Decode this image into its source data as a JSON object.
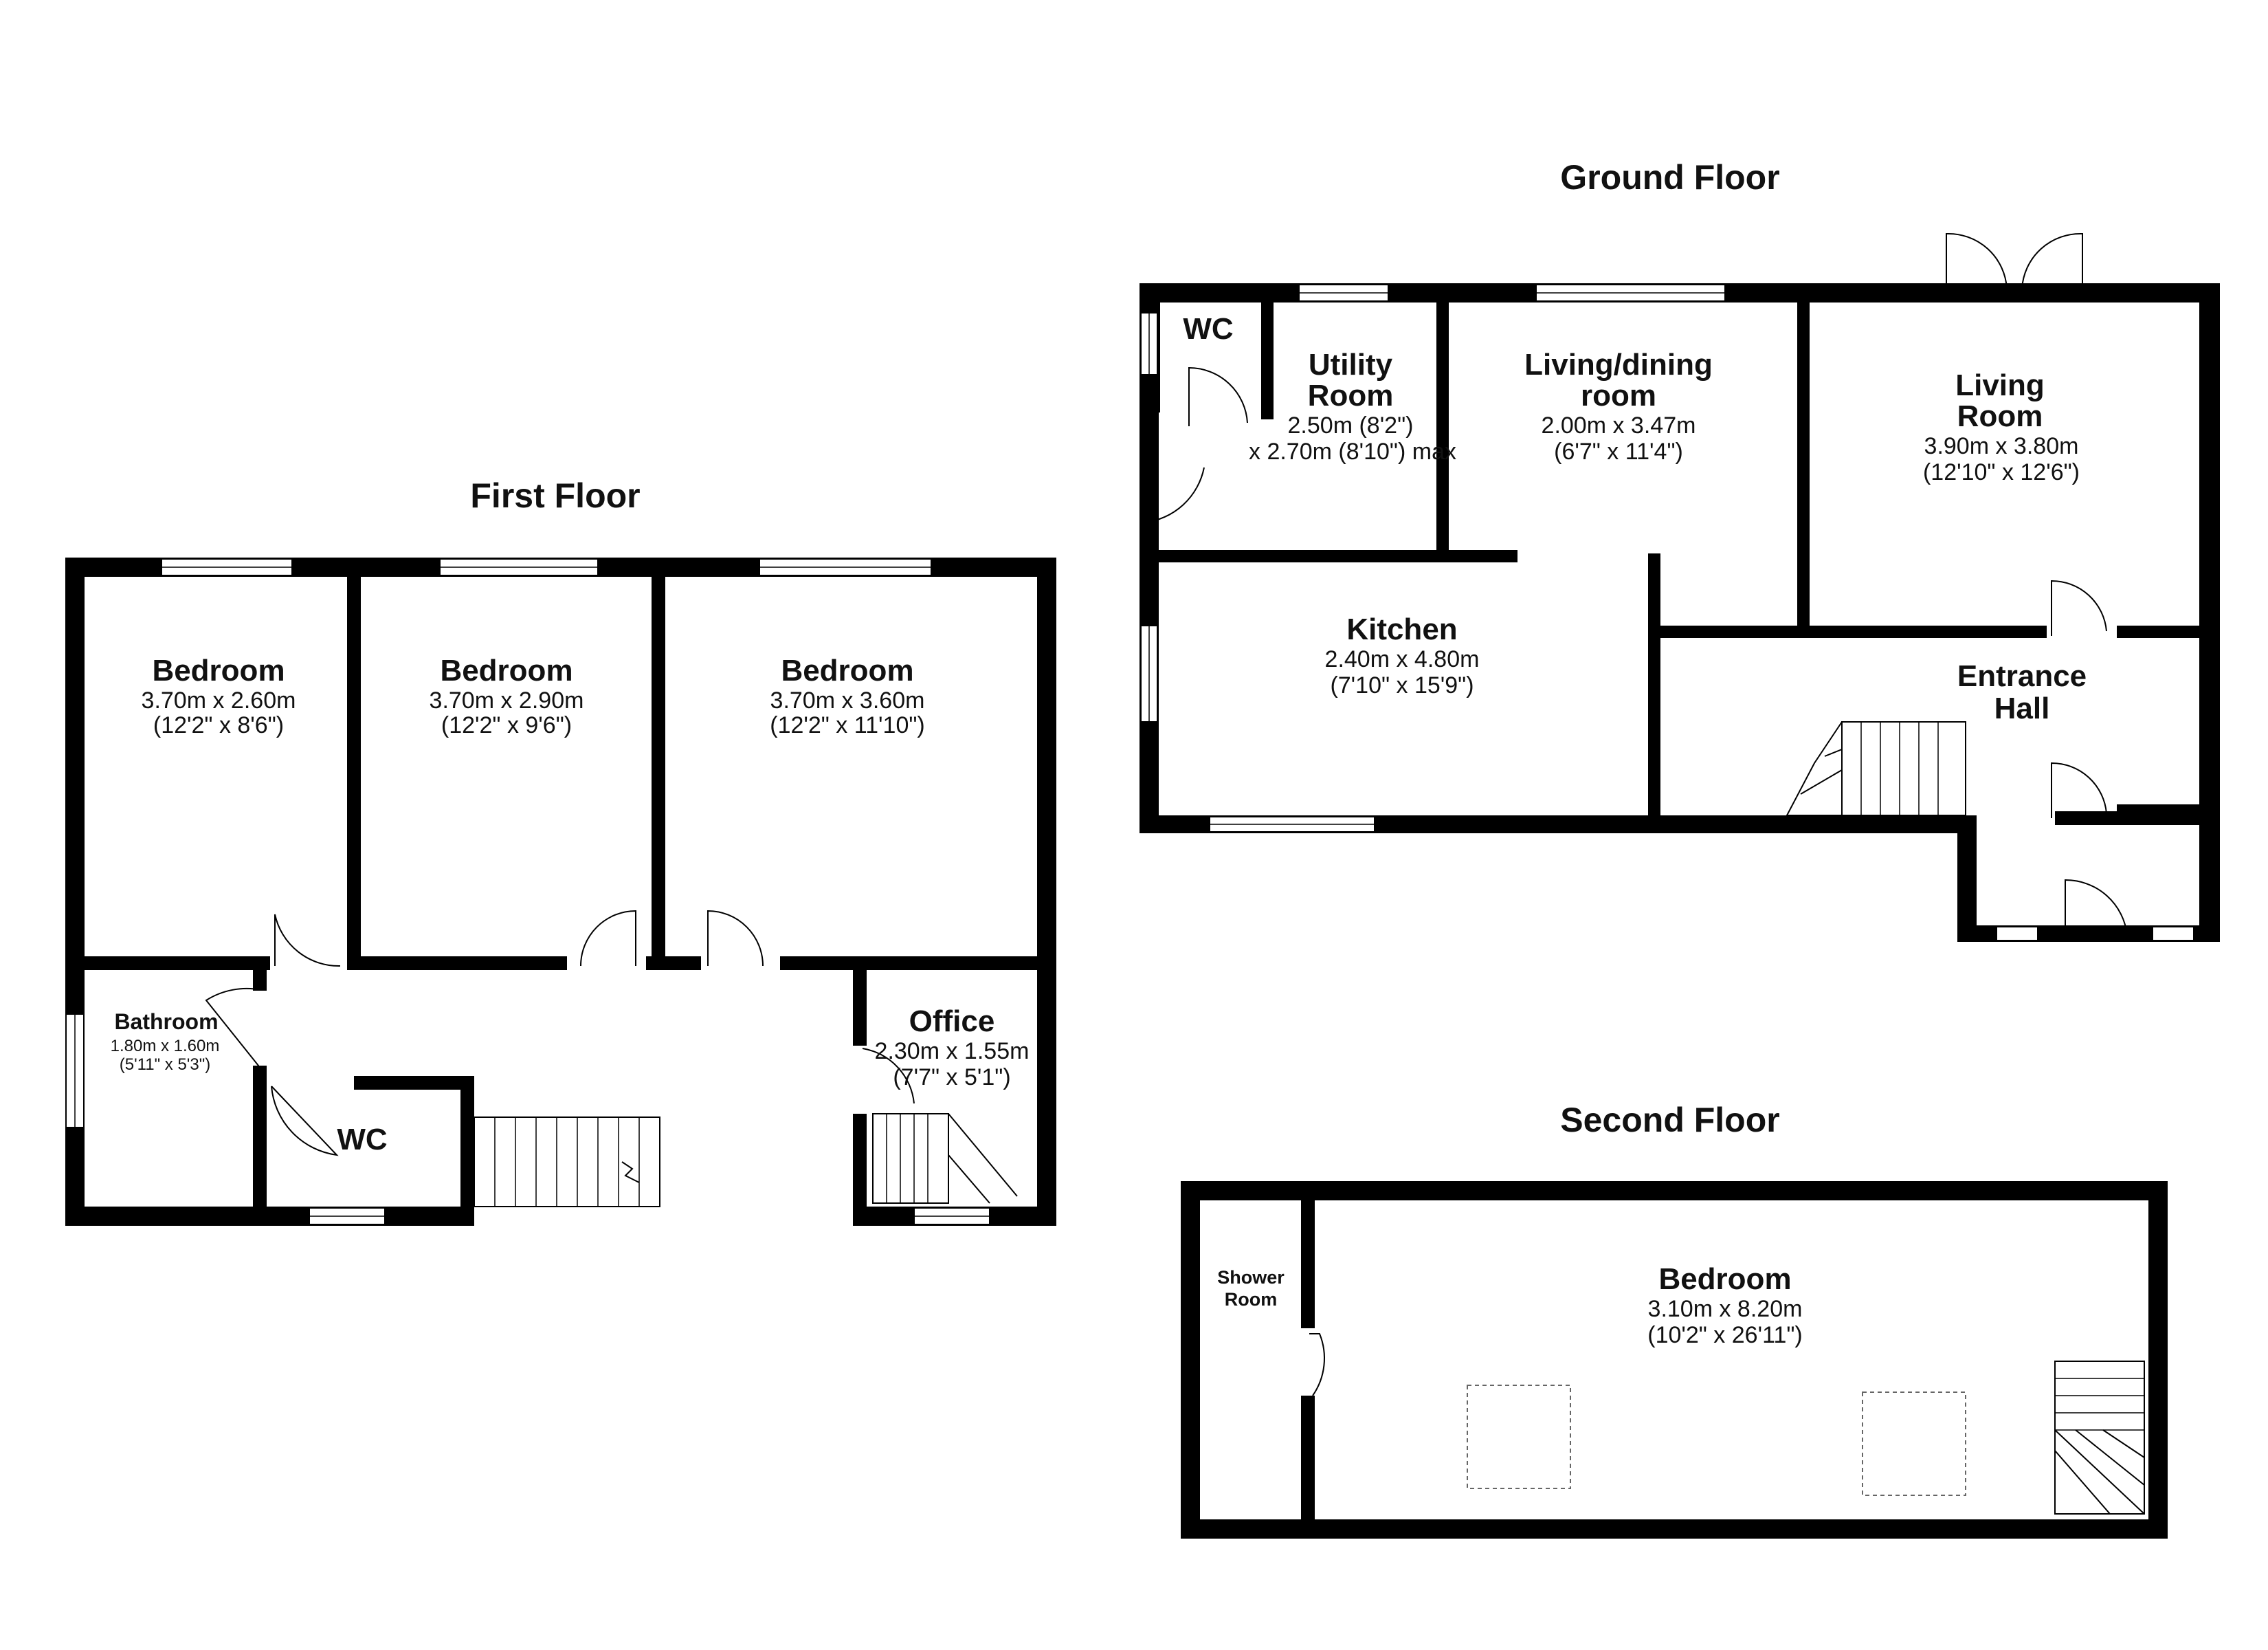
{
  "floors": {
    "first": {
      "title": "First Floor",
      "rooms": [
        {
          "name": "Bedroom",
          "dim1": "3.70m x 2.60m",
          "dim2": "(12'2\" x 8'6\")"
        },
        {
          "name": "Bedroom",
          "dim1": "3.70m x 2.90m",
          "dim2": "(12'2\" x 9'6\")"
        },
        {
          "name": "Bedroom",
          "dim1": "3.70m x 3.60m",
          "dim2": "(12'2\" x 11'10\")"
        },
        {
          "name": "Bathroom",
          "dim1": "1.80m x 1.60m",
          "dim2": "(5'11\" x 5'3\")"
        },
        {
          "name": "WC"
        },
        {
          "name": "Office",
          "dim1": "2.30m x 1.55m",
          "dim2": "(7'7\" x 5'1\")"
        }
      ]
    },
    "ground": {
      "title": "Ground Floor",
      "rooms": [
        {
          "name": "WC"
        },
        {
          "name1": "Utility",
          "name2": "Room",
          "dim1": "2.50m (8'2\")",
          "dim2": "x 2.70m (8'10\") max"
        },
        {
          "name1": "Living/dining",
          "name2": "room",
          "dim1": "2.00m x 3.47m",
          "dim2": "(6'7\" x 11'4\")"
        },
        {
          "name1": "Living",
          "name2": "Room",
          "dim1": "3.90m x 3.80m",
          "dim2": "(12'10\" x 12'6\")"
        },
        {
          "name": "Kitchen",
          "dim1": "2.40m x 4.80m",
          "dim2": "(7'10\" x 15'9\")"
        },
        {
          "name1": "Entrance",
          "name2": "Hall"
        }
      ]
    },
    "second": {
      "title": "Second Floor",
      "rooms": [
        {
          "name1": "Shower",
          "name2": "Room"
        },
        {
          "name": "Bedroom",
          "dim1": "3.10m x 8.20m",
          "dim2": "(10'2\" x 26'11\")"
        }
      ]
    }
  }
}
